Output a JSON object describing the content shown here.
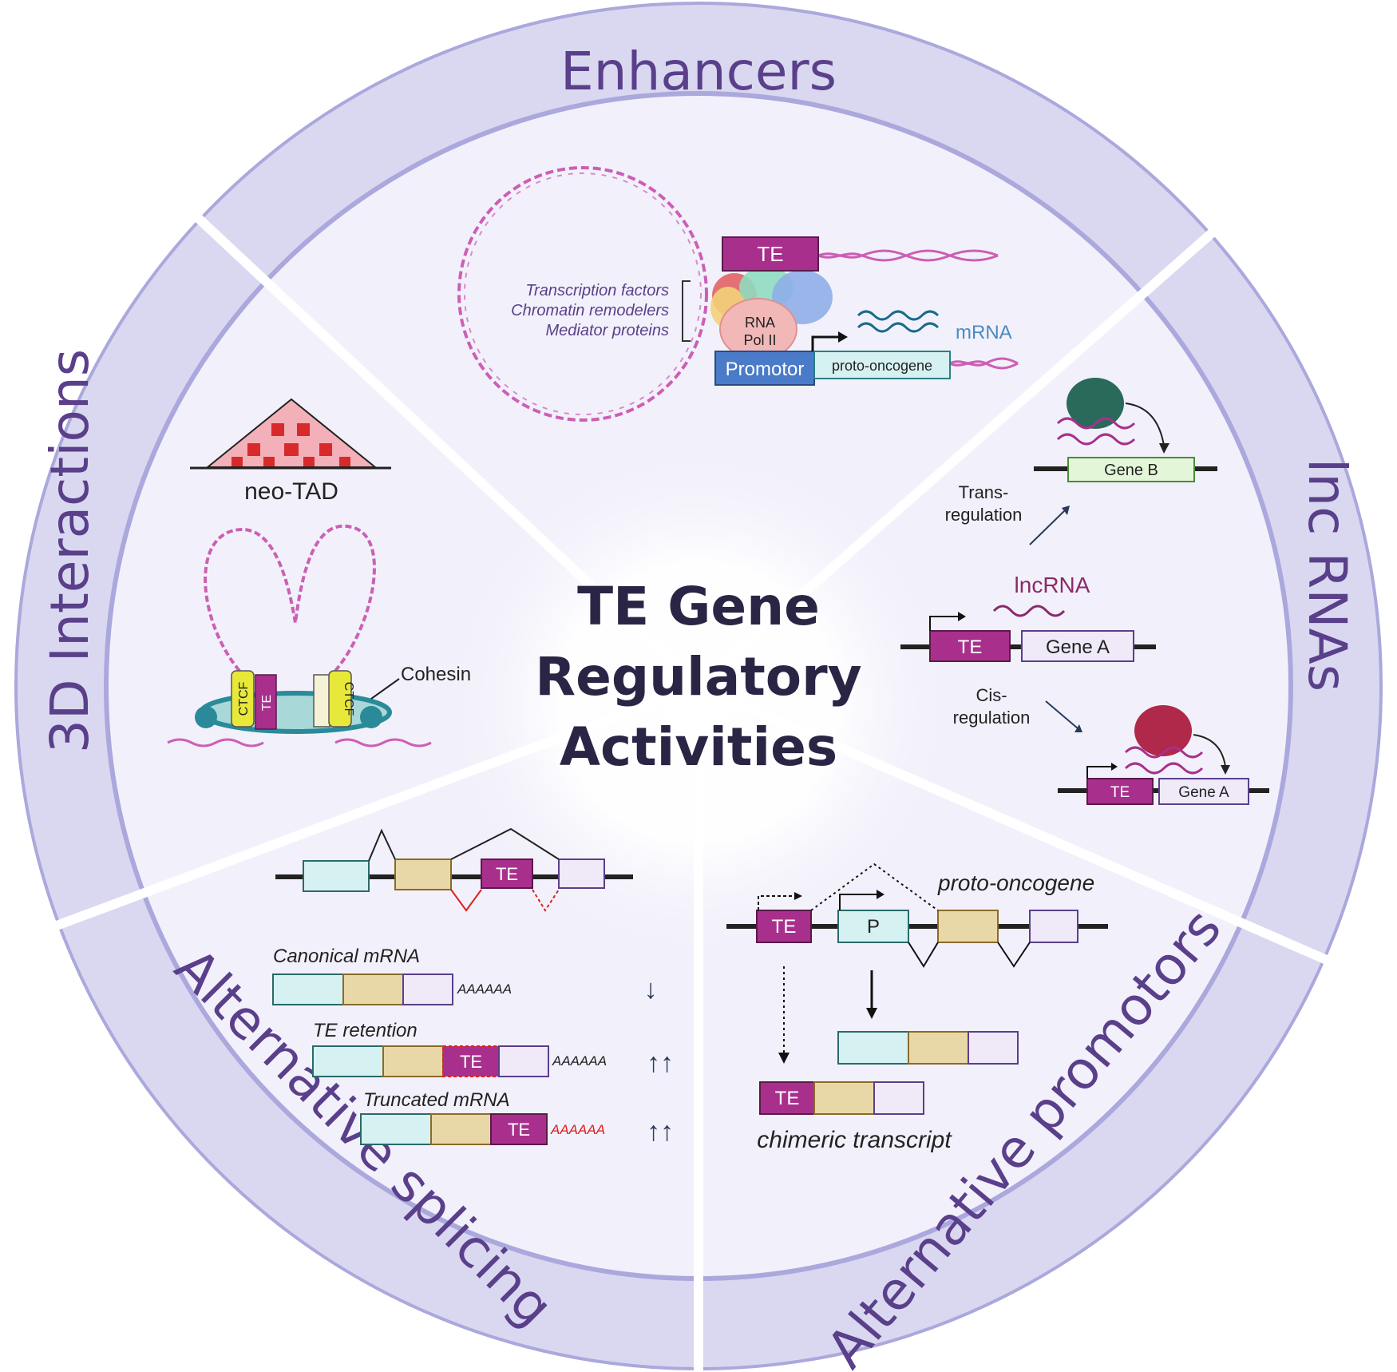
{
  "center": {
    "title_line1": "TE Gene",
    "title_line2": "Regulatory",
    "title_line3": "Activities"
  },
  "sections": {
    "enhancers": "Enhancers",
    "lnc_rnas": "lnc RNAs",
    "alt_promotors": "Alternative promotors",
    "alt_splicing": "Alternative splicing",
    "interactions_3d": "3D Interactions"
  },
  "enhancer_panel": {
    "te": "TE",
    "factors": [
      "Transcription factors",
      "Chromatin remodelers",
      "Mediator proteins"
    ],
    "rna": "RNA",
    "pol": "Pol II",
    "promotor": "Promotor",
    "gene": "proto-oncogene",
    "mrna": "mRNA"
  },
  "lnc_panel": {
    "gene_b": "Gene B",
    "trans_1": "Trans-",
    "trans_2": "regulation",
    "lncrna": "lncRNA",
    "te": "TE",
    "gene_a": "Gene A",
    "cis_1": "Cis-",
    "cis_2": "regulation",
    "te_small": "TE",
    "gene_a_small": "Gene A"
  },
  "tad_panel": {
    "neo_tad": "neo-TAD",
    "cohesin": "Cohesin",
    "ctcf": "CTCF",
    "te": "TE"
  },
  "splicing_panel": {
    "te_top": "TE",
    "canonical": "Canonical mRNA",
    "te_retention": "TE retention",
    "truncated": "Truncated mRNA",
    "polya": "AAAAAA",
    "te": "TE",
    "arrow_down": "↓",
    "arrow_up2": "↑↑"
  },
  "promotor_panel": {
    "te": "TE",
    "p": "P",
    "proto_oncogene": "proto-oncogene",
    "chimeric": "chimeric transcript"
  },
  "colors": {
    "ring": "#d9d8f0",
    "ring_edge": "#aaa8dc",
    "inner": "#f2f1fb",
    "te_magenta": "#a8308c",
    "dna_pink": "#cc5fb4",
    "exon_cyan": "#d6f1f1",
    "exon_tan": "#e8d8a8",
    "exon_lav": "#efe9f8",
    "promotor_blue": "#4a7bc8",
    "ring_text": "#5a3f8a"
  }
}
